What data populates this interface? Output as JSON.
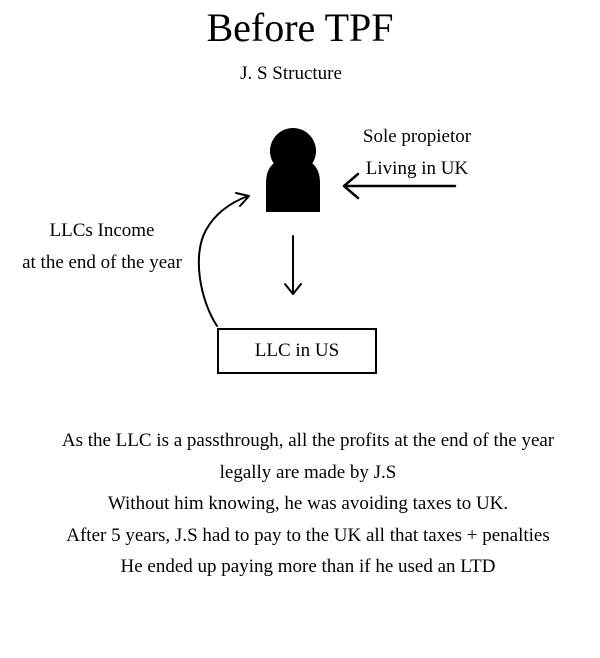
{
  "title": "Before TPF",
  "subtitle": "J. S Structure",
  "diagram": {
    "sole_label_line1": "Sole propietor",
    "sole_label_line2": "Living in UK",
    "income_label_line1": "LLCs Income",
    "income_label_line2": "at the end of the year",
    "llc_box_label": "LLC in US",
    "person_icon": "person-silhouette-icon"
  },
  "explanation": [
    "As the LLC is a passthrough, all the profits at the end of the year",
    "legally are made by J.S",
    "Without him knowing, he was avoiding taxes to UK.",
    "After 5 years, J.S had to pay to the UK all that taxes + penalties",
    "He ended up paying more than if he used an LTD"
  ]
}
